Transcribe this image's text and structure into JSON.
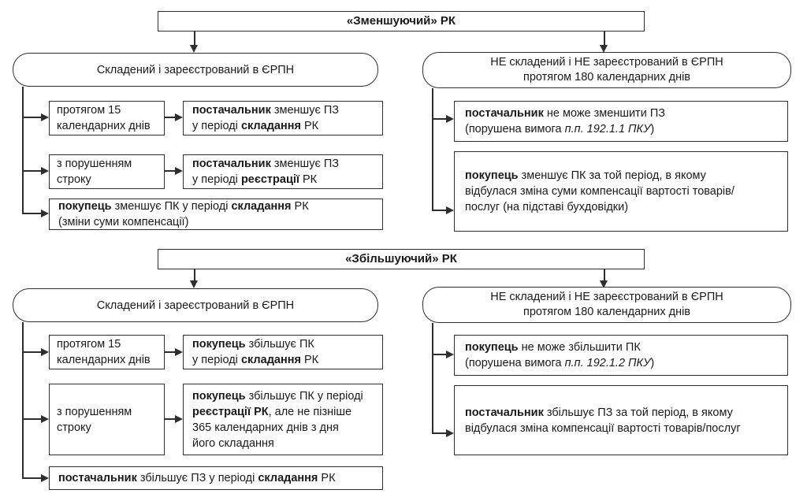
{
  "diagram": {
    "background": "#ffffff",
    "line_color": "#2e2e2e",
    "text_color": "#1a1a1a",
    "sections": {
      "decrease": {
        "header": "«Зменшуючий» РК",
        "left": {
          "title": "Складений і зареєстрований в ЄРПН",
          "rows": [
            {
              "condition": "протягом 15\nкалендарних днів",
              "result": "**постачальник** зменшує ПЗ\nу періоді **складання** РК"
            },
            {
              "condition": "з порушенням\nстроку",
              "result": "**постачальник** зменшує ПЗ\nу періоді **реєстрації** РК"
            }
          ],
          "wide": "**покупець** зменшує ПК у періоді **складання** РК\n(зміни суми компенсації)"
        },
        "right": {
          "title": "НЕ складений і НЕ зареєстрований в ЄРПН\nпротягом 180 календарних днів",
          "boxes": [
            "**постачальник** не може зменшити ПЗ\n(порушена вимога _п.п. 192.1.1 ПКУ_)",
            "**покупець** зменшує ПК за той період, в якому\nвідбулася зміна суми компенсації вартості товарів/\nпослуг (на підставі бухдовідки)"
          ]
        }
      },
      "increase": {
        "header": "«Збільшуючий» РК",
        "left": {
          "title": "Складений і зареєстрований в ЄРПН",
          "rows": [
            {
              "condition": "протягом 15\nкалендарних днів",
              "result": "**покупець** збільшує ПК\nу періоді **складання** РК"
            },
            {
              "condition": "з порушенням\nстроку",
              "result": "**покупець** збільшує ПК у періоді\n**реєстрації РК**, але не пізніше\n365 календарних днів з дня\nйого складання"
            }
          ],
          "wide": "**постачальник** збільшує ПЗ у періоді **складання** РК"
        },
        "right": {
          "title": "НЕ складений і НЕ зареєстрований в ЄРПН\nпротягом 180 календарних днів",
          "boxes": [
            "**покупець** не може збільшити ПК\n(порушена вимога _п.п. 192.1.2 ПКУ_)",
            "**постачальник** збільшує ПЗ за той період, в якому\nвідбулася зміна компенсації вартості товарів/послуг"
          ]
        }
      }
    }
  }
}
